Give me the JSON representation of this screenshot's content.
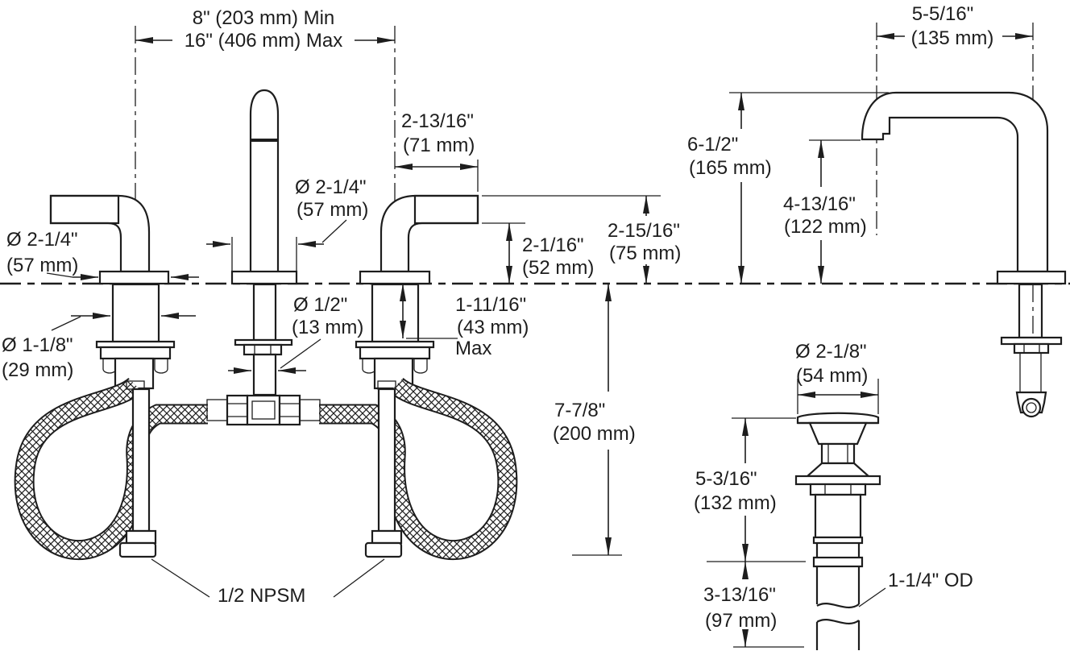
{
  "front_view": {
    "spread_min": "8\" (203 mm) Min",
    "spread_max": "16\" (406 mm) Max",
    "handle_trim_diameter": [
      "Ø 2-1/4\"",
      "(57 mm)"
    ],
    "spout_trim_diameter": [
      "Ø 2-1/4\"",
      "(57 mm)"
    ],
    "handle_length": [
      "2-13/16\"",
      "(71 mm)"
    ],
    "handle_lever_height": [
      "2-1/16\"",
      "(52 mm)"
    ],
    "handle_overall_height": [
      "2-15/16\"",
      "(75 mm)"
    ],
    "spout_shank_diameter": [
      "Ø 1/2\"",
      "(13 mm)"
    ],
    "deck_thickness": [
      "1-11/16\"",
      "(43 mm)",
      "Max"
    ],
    "handle_shank_diameter": [
      "Ø 1-1/8\"",
      "(29 mm)"
    ],
    "under_deck_clearance": [
      "7-7/8\"",
      "(200 mm)"
    ],
    "supply_connection": "1/2 NPSM"
  },
  "side_view": {
    "spout_reach": [
      "5-5/16\"",
      "(135 mm)"
    ],
    "spout_height": [
      "6-1/2\"",
      "(165 mm)"
    ],
    "spout_outlet_height": [
      "4-13/16\"",
      "(122 mm)"
    ],
    "drain_flange_diameter": [
      "Ø 2-1/8\"",
      "(54 mm)"
    ],
    "drain_body_length": [
      "5-3/16\"",
      "(132 mm)"
    ],
    "drain_tailpiece_length": [
      "3-13/16\"",
      "(97 mm)"
    ],
    "drain_tailpiece_od": "1-1/4\" OD"
  },
  "colors": {
    "line": "#1d1d1d",
    "background": "#ffffff"
  }
}
